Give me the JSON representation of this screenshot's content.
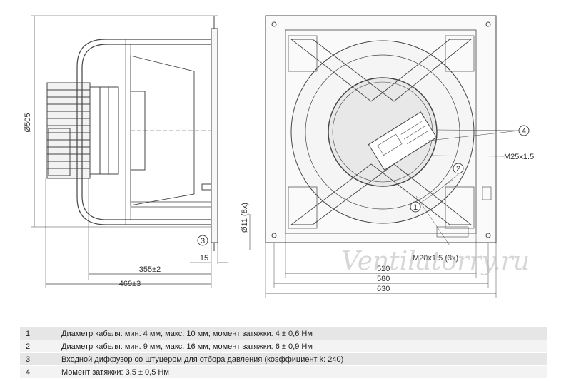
{
  "side_view": {
    "dim_diameter": "Ø505",
    "dim_355": "355±2",
    "dim_469": "469±3",
    "dim_15": "15",
    "hole_label": "Ø11 (8x)",
    "callout_3": "3"
  },
  "front_view": {
    "callout_1": "1",
    "callout_2": "2",
    "callout_4": "4",
    "gland_m25": "M25x1.5",
    "gland_m20": "M20x1.5 (3x)",
    "dim_520": "520",
    "dim_580": "580",
    "dim_630": "630"
  },
  "watermark": "Ventilatorry.ru",
  "legend": [
    {
      "num": "1",
      "text": "Диаметр кабеля: мин. 4 мм, макс. 10 мм; момент затяжки: 4 ± 0,6 Нм"
    },
    {
      "num": "2",
      "text": "Диаметр кабеля: мин. 9 мм, макс. 16 мм; момент затяжки: 6 ± 0,9 Нм"
    },
    {
      "num": "3",
      "text": "Входной диффузор со штуцером для отбора давления (коэффициент k: 240)"
    },
    {
      "num": "4",
      "text": "Момент затяжки: 3,5 ± 0,5 Нм"
    }
  ]
}
